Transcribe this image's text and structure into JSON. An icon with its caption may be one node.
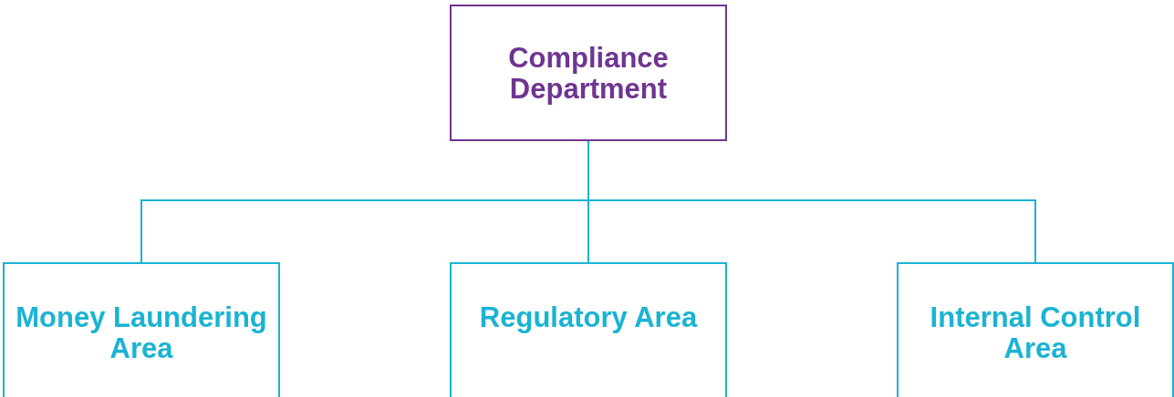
{
  "diagram": {
    "nodes": [
      {
        "text": [
          "Compliance Department"
        ]
      },
      {
        "text": [
          "Money Laundering Area"
        ]
      },
      {
        "text": [
          "Regulatory Area"
        ]
      },
      {
        "text": [
          "Internal Control Area"
        ]
      }
    ],
    "edges": [
      {
        "from": 0,
        "to": 1,
        "arrow": "none"
      },
      {
        "from": 0,
        "to": 2,
        "arrow": "none"
      },
      {
        "from": 0,
        "to": 3,
        "arrow": "none"
      }
    ]
  }
}
